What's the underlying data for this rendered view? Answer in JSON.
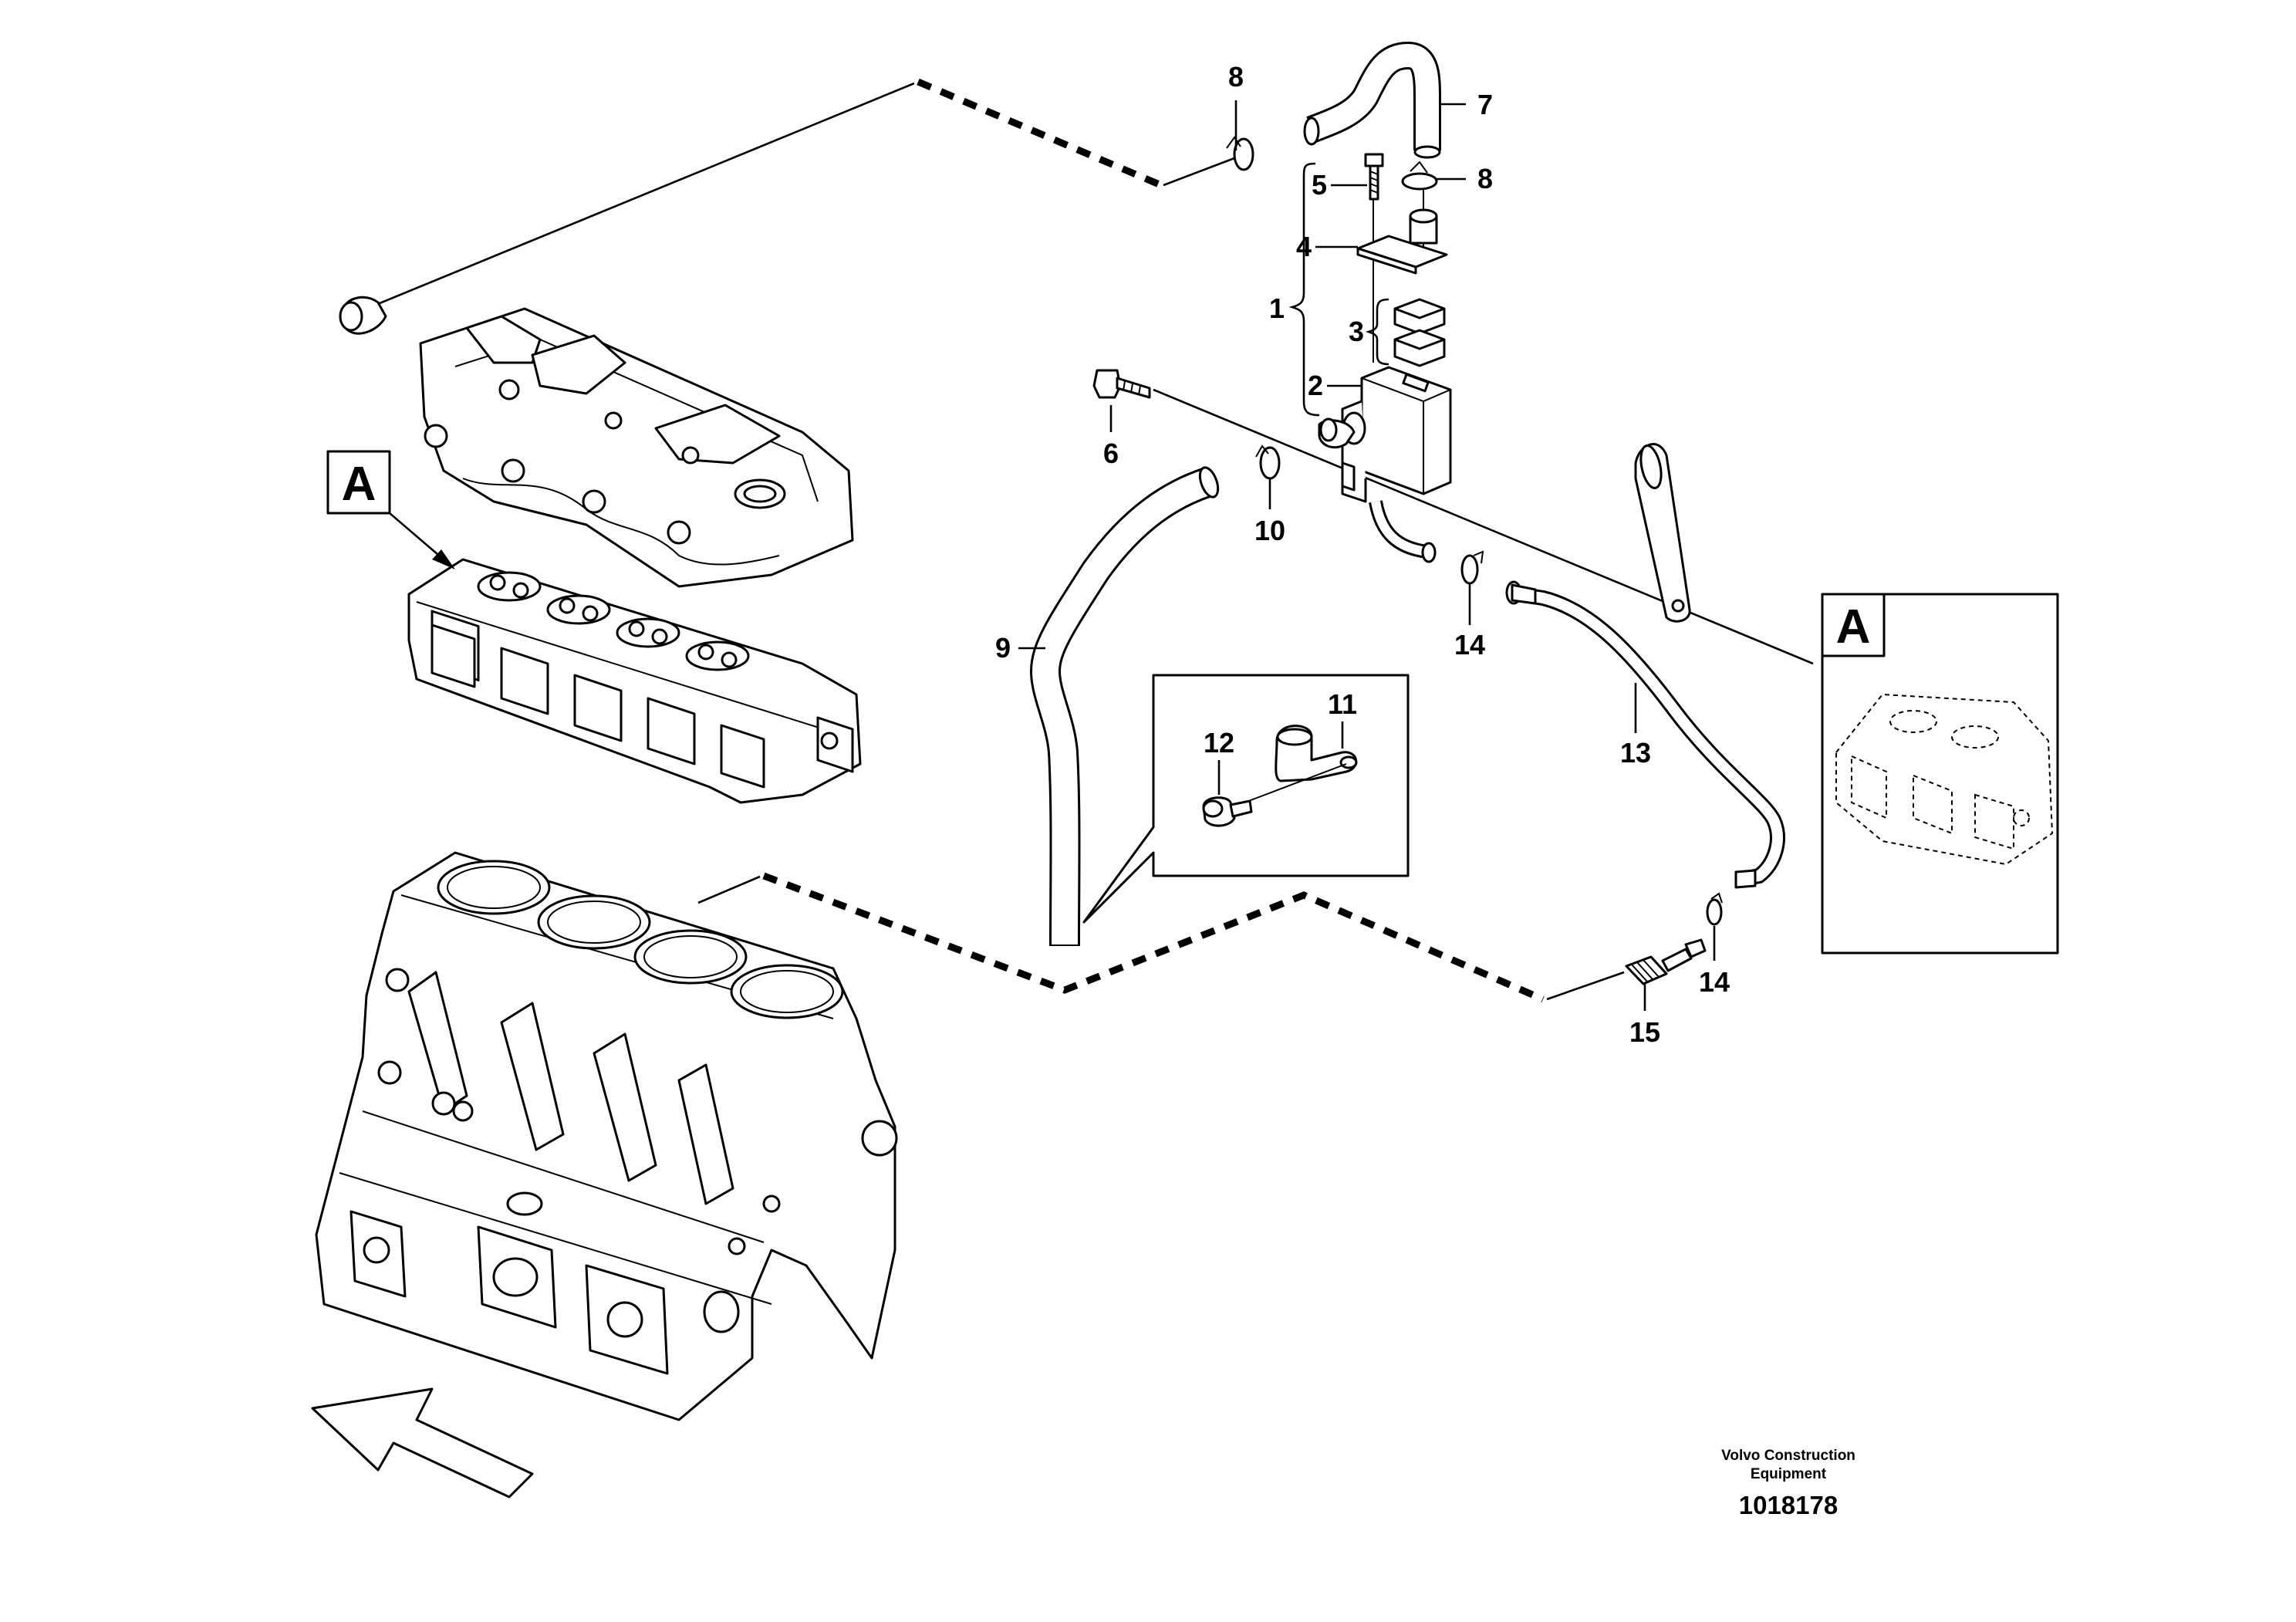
{
  "callouts": {
    "c1": "1",
    "c2": "2",
    "c3": "3",
    "c4": "4",
    "c5": "5",
    "c6": "6",
    "c7": "7",
    "c8a": "8",
    "c8b": "8",
    "c9": "9",
    "c10": "10",
    "c11": "11",
    "c12": "12",
    "c13": "13",
    "c14a": "14",
    "c14b": "14",
    "c15": "15"
  },
  "view_markers": {
    "left": "A",
    "right": "A"
  },
  "footer": {
    "company_line1": "Volvo Construction",
    "company_line2": "Equipment",
    "drawing_number": "1018178"
  }
}
